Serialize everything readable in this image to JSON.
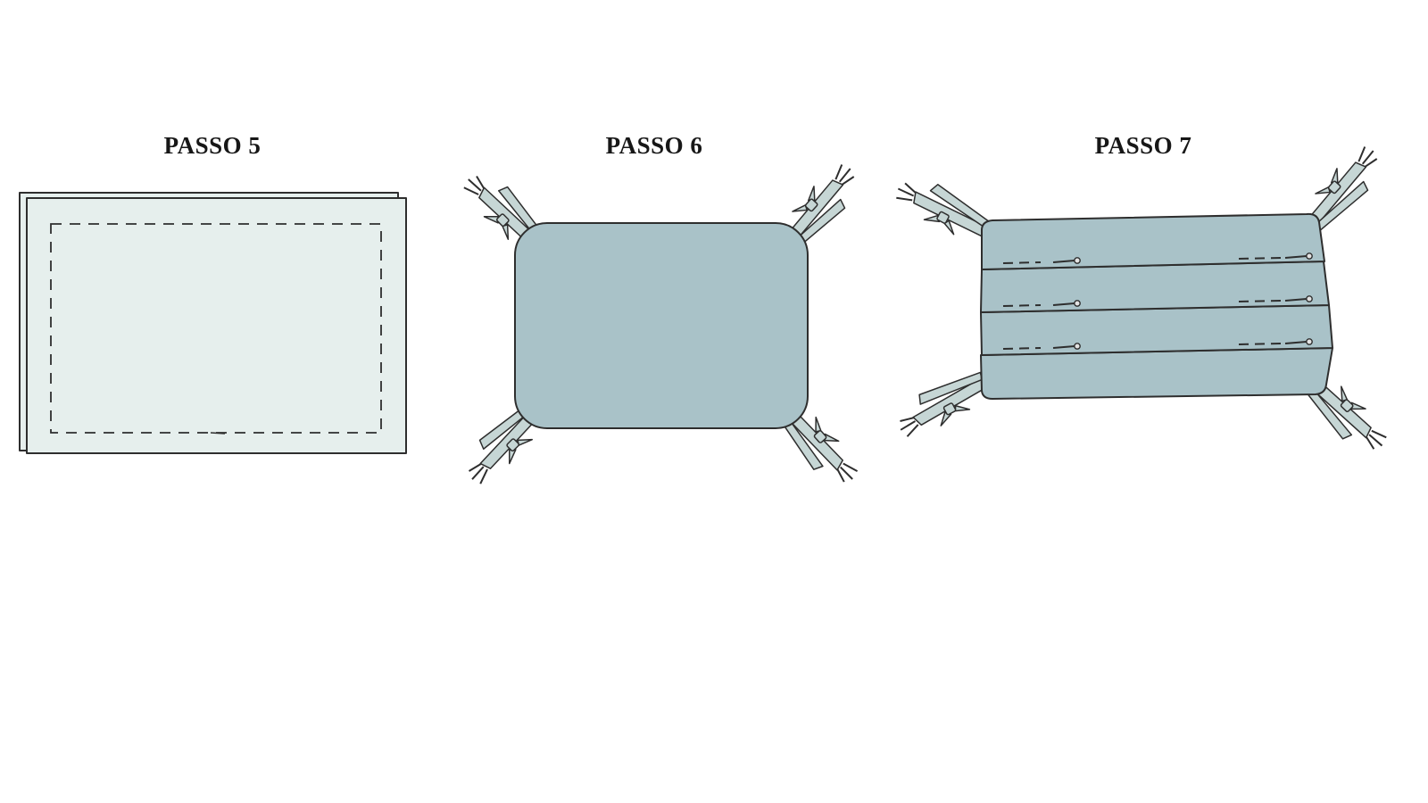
{
  "diagram": {
    "steps": [
      {
        "id": "step5",
        "label": "PASSO 5"
      },
      {
        "id": "step6",
        "label": "PASSO 6"
      },
      {
        "id": "step7",
        "label": "PASSO 7"
      }
    ]
  },
  "colors": {
    "outline": "#2e2e2e",
    "fabric_light": "#e6efed",
    "mask_fill": "#a9c2c8",
    "tie_fill": "#c6d6d5",
    "pin_head": "#e3e3e3"
  },
  "icons": {
    "tie": "fabric-tie-strap-with-bow",
    "pin": "sewing-pin-icon",
    "stitch": "dashed-stitch-line"
  }
}
